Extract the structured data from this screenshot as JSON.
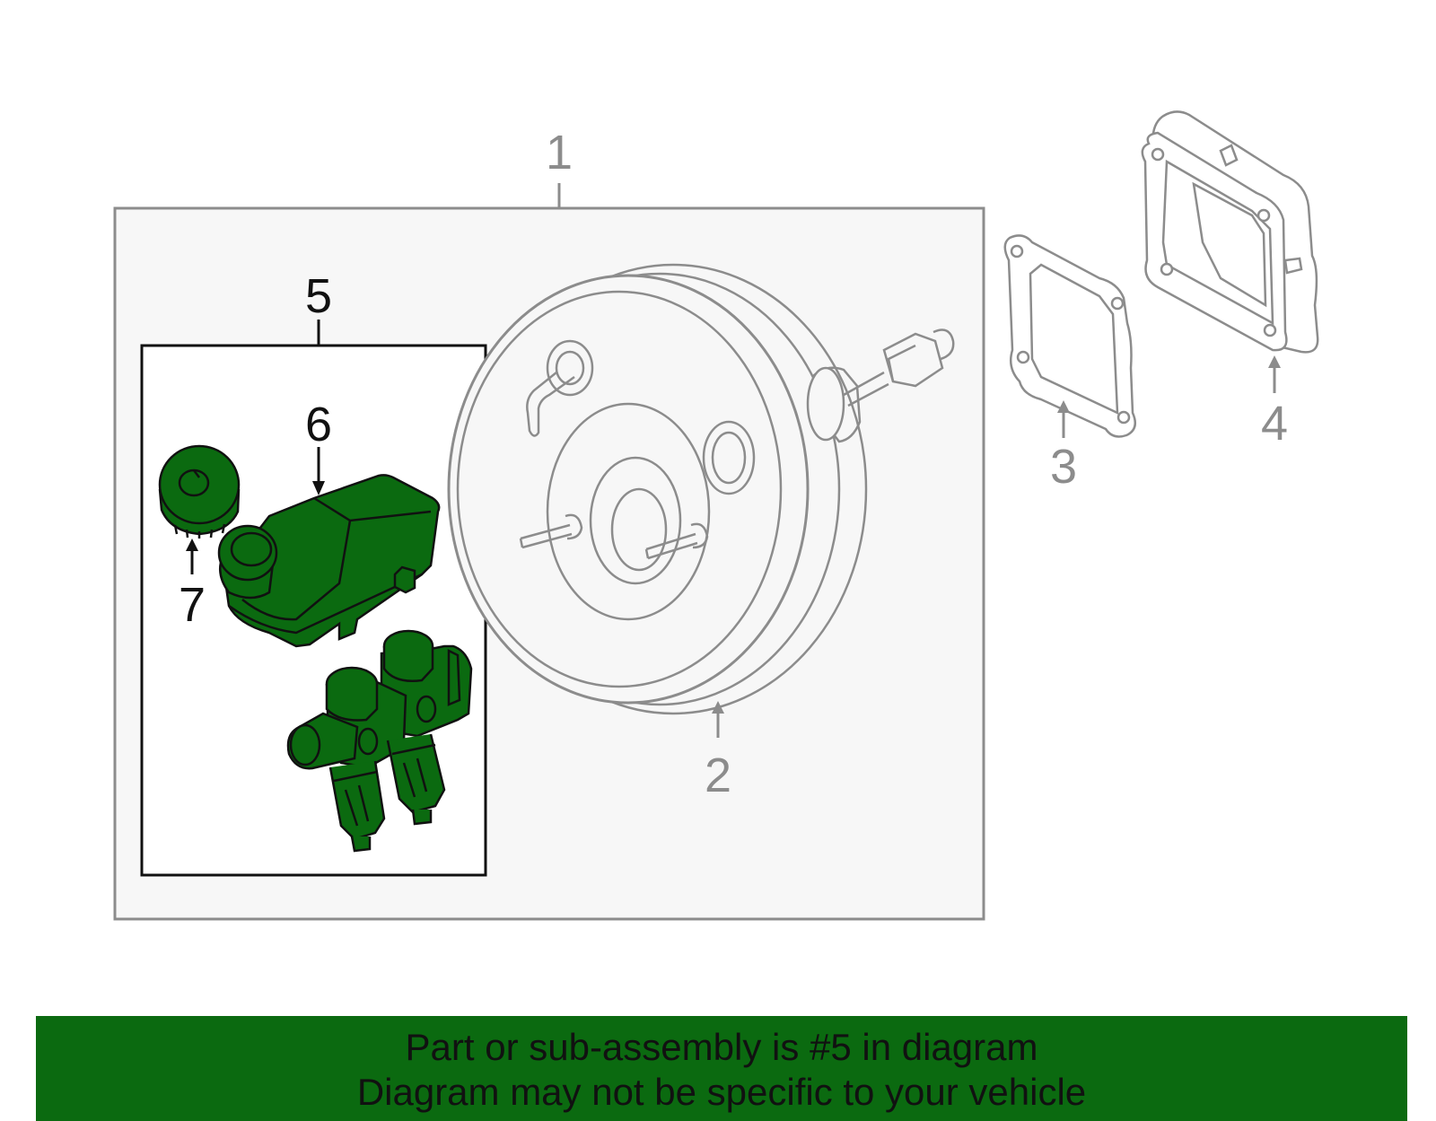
{
  "callouts": {
    "c1": "1",
    "c2": "2",
    "c3": "3",
    "c4": "4",
    "c5": "5",
    "c6": "6",
    "c7": "7"
  },
  "banner": {
    "line1": "Part or sub-assembly is #5 in diagram",
    "line2": "Diagram may not be specific to your vehicle"
  },
  "colors": {
    "highlight": "#0b6a10",
    "part_fill": "#0b6a10",
    "line_gray": "#8c8c8c",
    "panel_bg": "#f7f7f7"
  }
}
